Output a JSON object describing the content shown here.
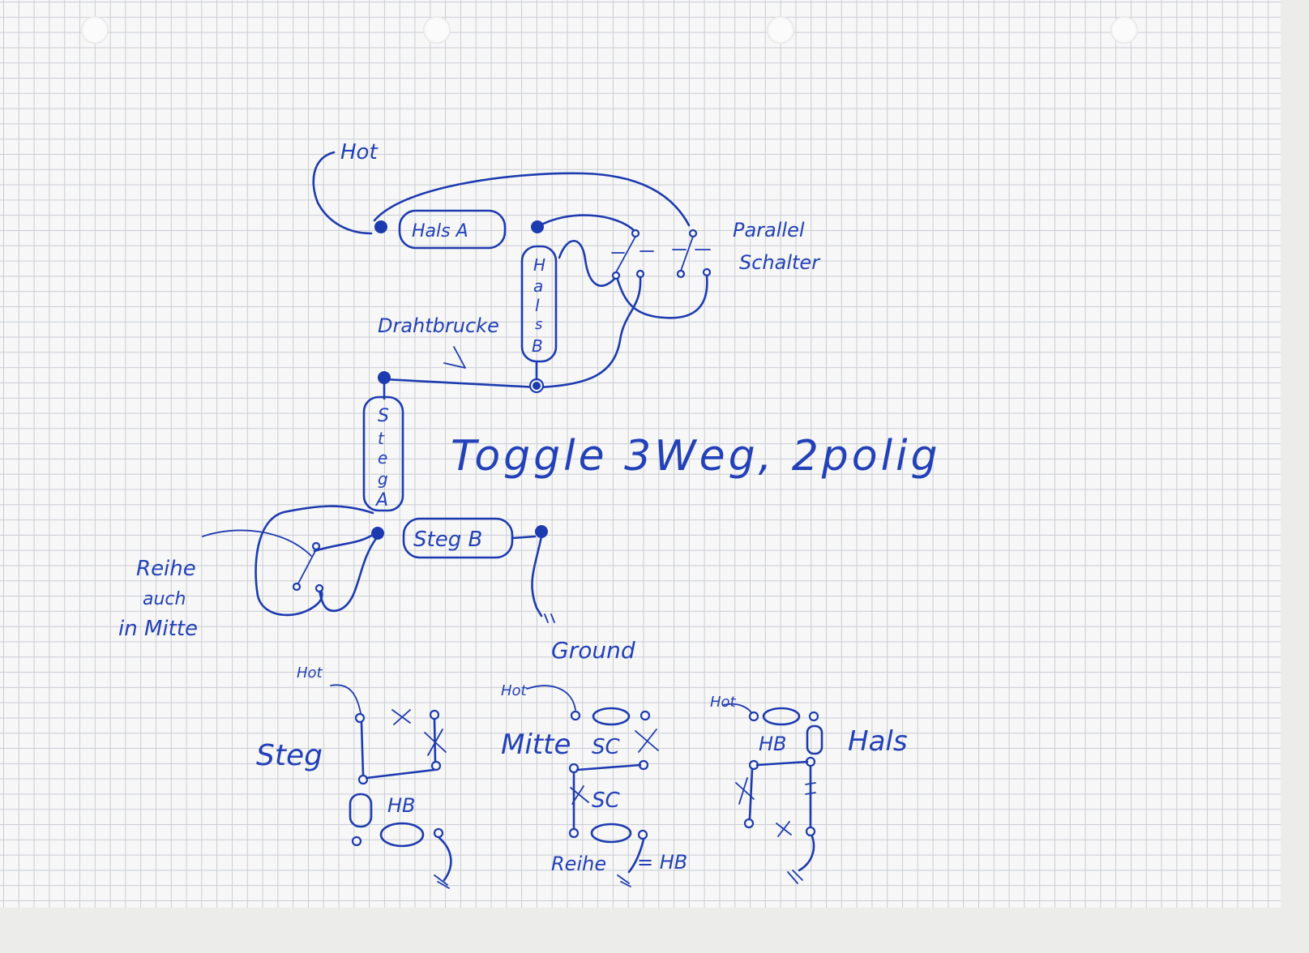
{
  "labels": {
    "hot_top": "Hot",
    "hals_a": "Hals A",
    "hals_b_letters": [
      "H",
      "a",
      "l",
      "s",
      "B"
    ],
    "parallel_1": "Parallel",
    "parallel_2": "Schalter",
    "drahtbrucke": "Drahtbrucke",
    "steg_a_letters": [
      "S",
      "t",
      "e",
      "g",
      "A"
    ],
    "toggle": "Toggle 3Weg, 2polig",
    "steg_b": "Steg B",
    "reihe_1": "Reihe",
    "reihe_2": "auch",
    "reihe_3": "in Mitte",
    "ground": "Ground"
  },
  "schemes": {
    "steg": {
      "name": "Steg",
      "hot": "Hot",
      "pickup": "HB"
    },
    "mitte": {
      "name": "Mitte",
      "hot": "Hot",
      "sc1": "SC",
      "sc2": "SC",
      "note": "Reihe",
      "eq": "= HB"
    },
    "hals": {
      "name": "Hals",
      "hot": "Hot",
      "pickup": "HB"
    }
  }
}
